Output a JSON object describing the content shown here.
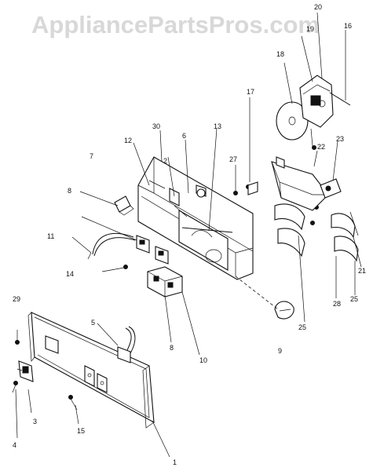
{
  "watermark": "AppliancePartsPros.com",
  "callouts": {
    "c1": "1",
    "c2": "2",
    "c3": "3",
    "c4": "4",
    "c5": "5",
    "c6": "6",
    "c7": "7",
    "c8a": "8",
    "c8b": "8",
    "c9": "9",
    "c10": "10",
    "c11": "11",
    "c12": "12",
    "c13": "13",
    "c14": "14",
    "c15": "15",
    "c16": "16",
    "c17": "17",
    "c18": "18",
    "c19": "19",
    "c20": "20",
    "c21": "21",
    "c22": "22",
    "c23": "23",
    "c25a": "25",
    "c25b": "25",
    "c27": "27",
    "c28": "28",
    "c29": "29",
    "c30": "30"
  }
}
